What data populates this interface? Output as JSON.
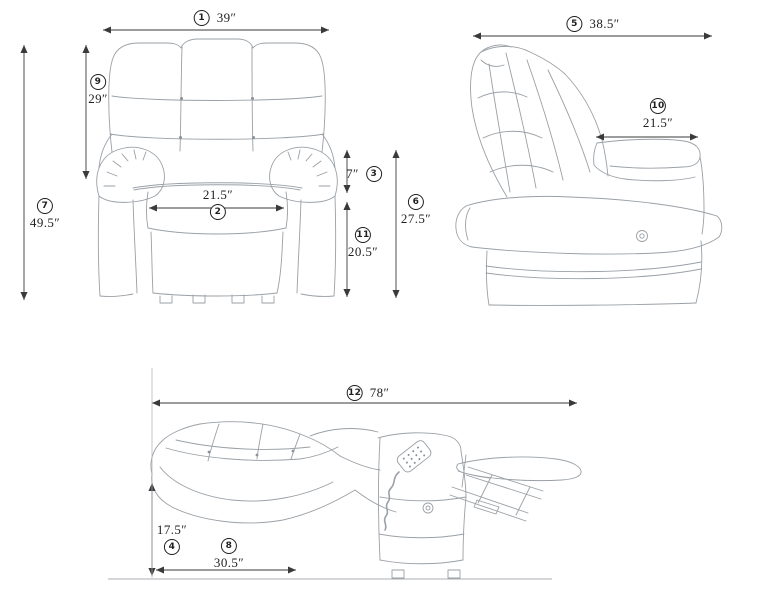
{
  "dimensions": {
    "d1": {
      "num": "1",
      "value": "39″"
    },
    "d2": {
      "num": "2",
      "value": "21.5″"
    },
    "d3": {
      "num": "3",
      "value": "7″"
    },
    "d4": {
      "num": "4",
      "value": "17.5″"
    },
    "d5": {
      "num": "5",
      "value": "38.5″"
    },
    "d6": {
      "num": "6",
      "value": "27.5″"
    },
    "d7": {
      "num": "7",
      "value": "49.5″"
    },
    "d8": {
      "num": "8",
      "value": "30.5″"
    },
    "d9": {
      "num": "9",
      "value": "29″"
    },
    "d10": {
      "num": "10",
      "value": "21.5″"
    },
    "d11": {
      "num": "11",
      "value": "20.5″"
    },
    "d12": {
      "num": "12",
      "value": "78″"
    }
  }
}
